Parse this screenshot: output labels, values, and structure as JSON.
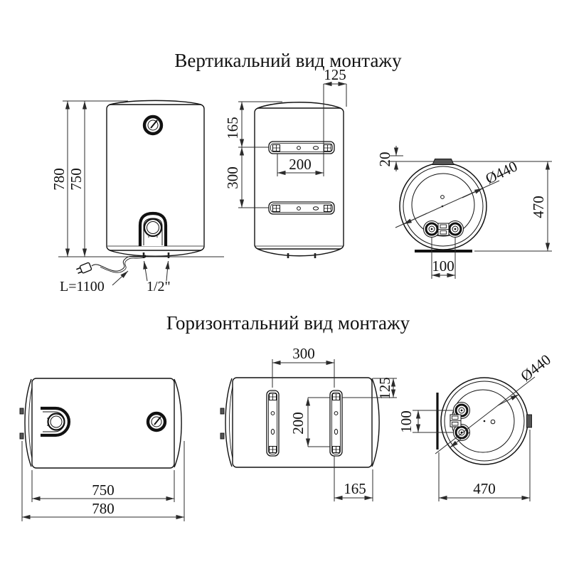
{
  "titles": {
    "vertical": "Вертикальний вид монтажу",
    "horizontal": "Горизонтальний вид монтажу"
  },
  "vertical": {
    "front": {
      "total_height": "780",
      "tank_height": "750",
      "cable_length": "L=1100",
      "pipe_thread": "1/2\""
    },
    "back": {
      "hole_to_edge": "125",
      "top_to_bracket": "165",
      "bracket_spacing": "300",
      "hole_spacing": "200"
    },
    "side": {
      "wall_gap": "20",
      "diameter": "Ø440",
      "total_depth": "470",
      "pipe_spacing": "100"
    }
  },
  "horizontal": {
    "front": {
      "tank_length": "750",
      "total_length": "780"
    },
    "back": {
      "bracket_spacing": "300",
      "hole_spacing": "200",
      "hole_to_edge": "125",
      "bracket_to_end": "165"
    },
    "side": {
      "pipe_spacing": "100",
      "diameter": "Ø440",
      "total_depth": "470"
    }
  }
}
